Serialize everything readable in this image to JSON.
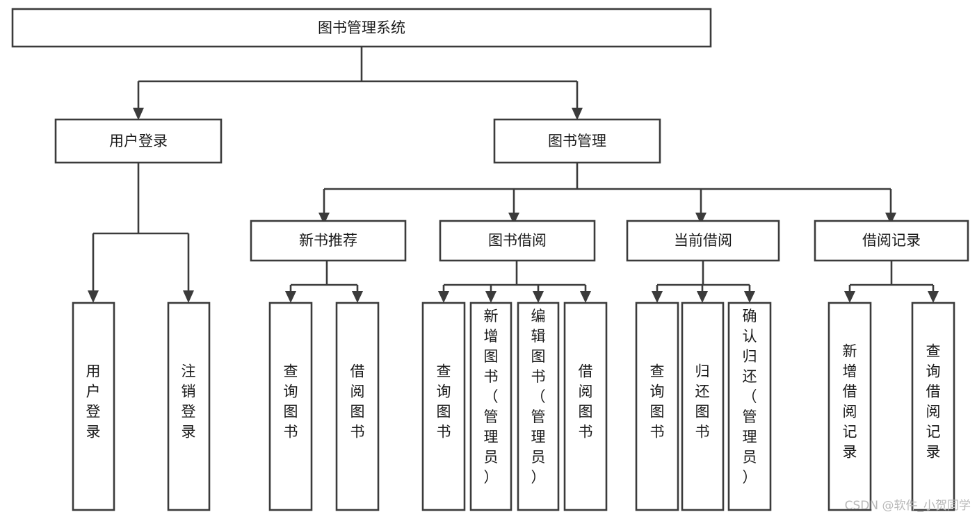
{
  "diagram": {
    "title": "图书管理系统",
    "type": "tree-hierarchy",
    "orientation": "top-down",
    "colors": {
      "box_stroke": "#3b3b3b",
      "box_fill": "#ffffff",
      "connector": "#3b3b3b",
      "text": "#1a1a1a",
      "background": "#ffffff",
      "watermark": "#b8b8b8"
    },
    "root": {
      "label": "图书管理系统"
    },
    "level2": [
      {
        "label": "用户登录"
      },
      {
        "label": "图书管理"
      }
    ],
    "level3": [
      {
        "label": "新书推荐"
      },
      {
        "label": "图书借阅"
      },
      {
        "label": "当前借阅"
      },
      {
        "label": "借阅记录"
      }
    ],
    "leaves": {
      "user_login": [
        {
          "label": "用户登录"
        },
        {
          "label": "注销登录"
        }
      ],
      "new_book_recommend": [
        {
          "label": "查询图书"
        },
        {
          "label": "借阅图书"
        }
      ],
      "book_borrow": [
        {
          "label": "查询图书"
        },
        {
          "label": "新增图书（管理员）"
        },
        {
          "label": "编辑图书（管理员）"
        },
        {
          "label": "借阅图书"
        }
      ],
      "current_borrow": [
        {
          "label": "查询图书"
        },
        {
          "label": "归还图书"
        },
        {
          "label": "确认归还（管理员）"
        }
      ],
      "borrow_record": [
        {
          "label": "新增借阅记录"
        },
        {
          "label": "查询借阅记录"
        }
      ]
    },
    "watermark": "CSDN @软件_小贺同学"
  }
}
